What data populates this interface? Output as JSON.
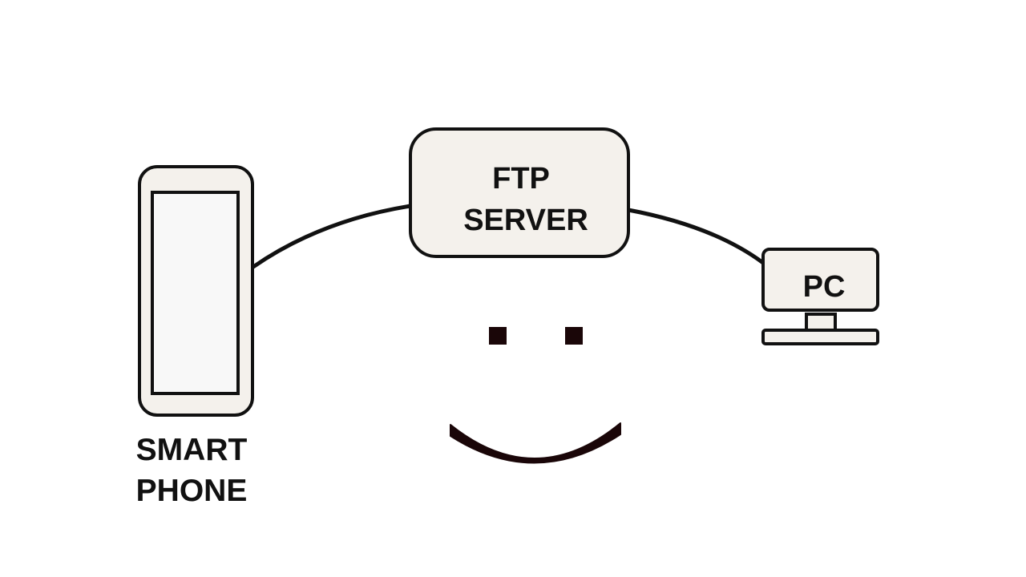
{
  "colors": {
    "stroke": "#111111",
    "device_fill": "#f4f1ec",
    "screen_fill": "#f8f8f8",
    "face": "#1a0608",
    "background": "#ffffff"
  },
  "nodes": {
    "smartphone": {
      "label_line1": "SMART",
      "label_line2": "PHONE",
      "icon": "smartphone-icon"
    },
    "ftp_server": {
      "label_line1": "FTP",
      "label_line2": "SERVER"
    },
    "pc": {
      "label": "PC",
      "icon": "desktop-pc-icon"
    }
  },
  "decoration": {
    "icon": "smiley-face-icon"
  }
}
